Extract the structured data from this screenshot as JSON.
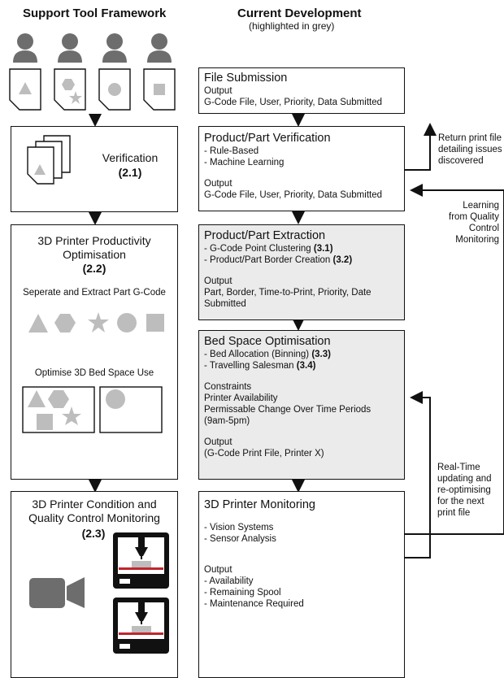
{
  "left_header": "Support Tool Framework",
  "right_header": "Current Development",
  "right_subheader": "(highlighted in grey)",
  "verification": {
    "label": "Verification",
    "ref": "(2.1)"
  },
  "productivity": {
    "title_line1": "3D Printer Productivity",
    "title_line2": "Optimisation",
    "ref": "(2.2)",
    "separate_label": "Seperate and Extract Part G-Code",
    "optimise_label": "Optimise 3D Bed Space Use"
  },
  "monitoring_left": {
    "title_line1": "3D Printer Condition and",
    "title_line2": "Quality Control Monitoring",
    "ref": "(2.3)"
  },
  "file_submission": {
    "title": "File Submission",
    "output_label": "Output",
    "output_value": "G-Code File, User, Priority, Data Submitted"
  },
  "verification_box": {
    "title": "Product/Part Verification",
    "items": [
      "- Rule-Based",
      "- Machine Learning"
    ],
    "output_label": "Output",
    "output_value": "G-Code File, User, Priority, Data Submitted"
  },
  "extraction": {
    "title": "Product/Part Extraction",
    "item1": "- G-Code Point Clustering ",
    "item1_ref": "(3.1)",
    "item2": "- Product/Part Border Creation ",
    "item2_ref": "(3.2)",
    "output_label": "Output",
    "output_value_line1": "Part, Border, Time-to-Print, Priority, Date",
    "output_value_line2": "Submitted"
  },
  "bed_space": {
    "title": "Bed Space Optimisation",
    "item1": "- Bed Allocation (Binning) ",
    "item1_ref": "(3.3)",
    "item2": "- Travelling Salesman ",
    "item2_ref": "(3.4)",
    "constraints_label": "Constraints",
    "constraints": [
      "Printer Availability",
      "Permissable Change Over Time Periods",
      "(9am-5pm)"
    ],
    "output_label": "Output",
    "output_value": "(G-Code Print File, Printer X)"
  },
  "printer_monitoring": {
    "title": "3D Printer Monitoring",
    "items": [
      "- Vision Systems",
      "- Sensor Analysis"
    ],
    "output_label": "Output",
    "outputs": [
      "- Availability",
      "- Remaining Spool",
      "- Maintenance Required"
    ]
  },
  "notes": {
    "return_lines": [
      "Return print file",
      "detailing issues",
      "discovered"
    ],
    "learning_lines": [
      "Learning",
      "from Quality",
      "Control",
      "Monitoring"
    ],
    "realtime_lines": [
      "Real-Time",
      "updating and",
      "re-optimising",
      "for the next",
      "print file"
    ]
  },
  "colors": {
    "shape_grey": "#bdbdbd",
    "icon_grey": "#6d6d6d",
    "highlight_grey": "#ebebeb",
    "print_red": "#c0262d"
  }
}
